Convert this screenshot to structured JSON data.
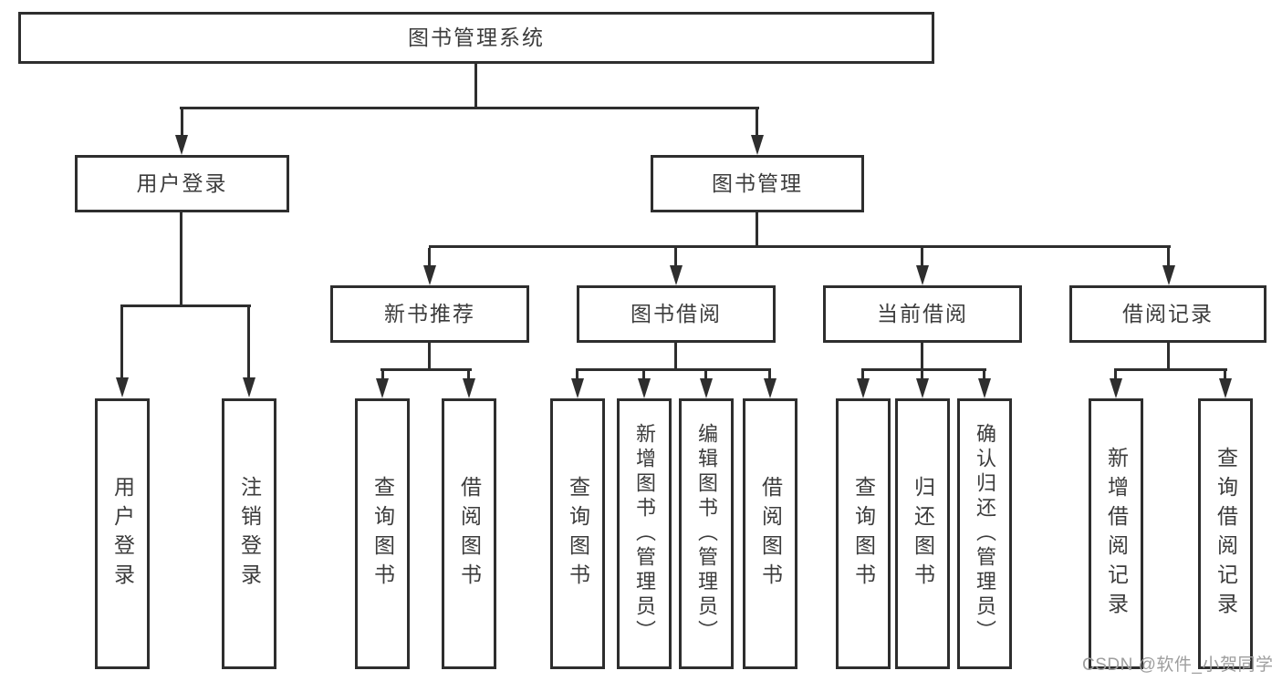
{
  "diagram_title": "图书管理系统",
  "nodes": {
    "root": "图书管理系统",
    "user_login": "用户登录",
    "book_management": "图书管理",
    "new_book_recommend": "新书推荐",
    "book_borrowing": "图书借阅",
    "current_borrowing": "当前借阅",
    "borrowing_records": "借阅记录"
  },
  "leaves": {
    "user_login": "用户登录",
    "logout": "注销登录",
    "nb_query_books": "查询图书",
    "nb_borrow_books": "借阅图书",
    "bb_query_books": "查询图书",
    "bb_add_books": "新增图书（管理员）",
    "bb_edit_books": "编辑图书（管理员）",
    "bb_borrow_books": "借阅图书",
    "cb_query_books": "查询图书",
    "cb_return_books": "归还图书",
    "cb_confirm_return": "确认归还（管理员）",
    "br_add_record": "新增借阅记录",
    "br_query_record": "查询借阅记录"
  },
  "watermark": "CSDN @软件_小贺同学",
  "colors": {
    "line": "#2e2e2e",
    "text": "#3c3c3c",
    "watermark": "#9e9e9e",
    "background": "#ffffff"
  }
}
